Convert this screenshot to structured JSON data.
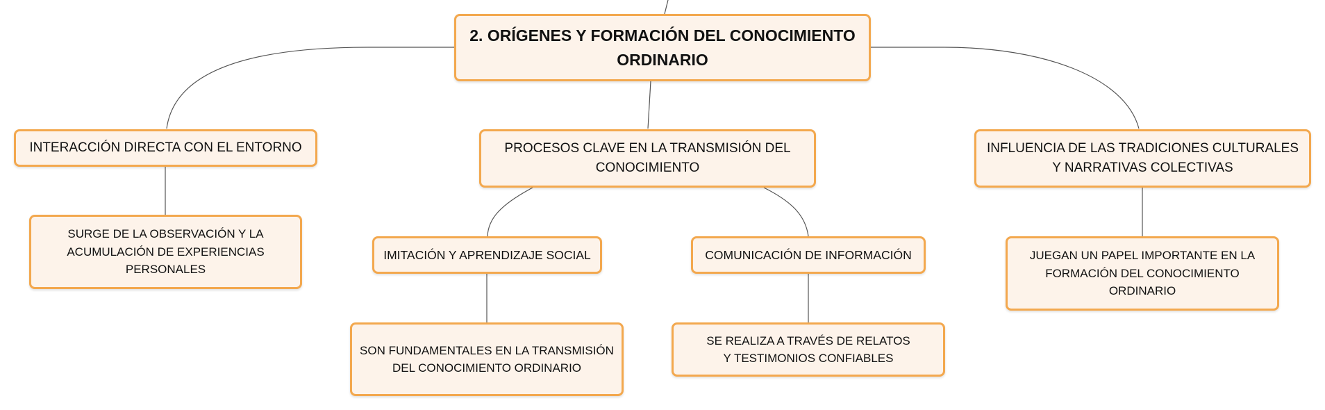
{
  "colors": {
    "node_fill": "#fdf3ea",
    "node_border": "#f3a84e",
    "connector": "#555555",
    "text": "#111111"
  },
  "root": {
    "label": "2. ORÍGENES Y FORMACIÓN DEL CONOCIMIENTO ORDINARIO"
  },
  "branches": [
    {
      "label": "INTERACCIÓN DIRECTA CON EL ENTORNO",
      "children": [
        {
          "label": "SURGE DE LA OBSERVACIÓN Y LA ACUMULACIÓN DE EXPERIENCIAS PERSONALES"
        }
      ]
    },
    {
      "label": "PROCESOS CLAVE EN LA TRANSMISIÓN DEL CONOCIMIENTO",
      "children": [
        {
          "label": "IMITACIÓN Y APRENDIZAJE SOCIAL",
          "children": [
            {
              "label": "SON FUNDAMENTALES EN LA TRANSMISIÓN DEL CONOCIMIENTO ORDINARIO"
            }
          ]
        },
        {
          "label": "COMUNICACIÓN DE INFORMACIÓN",
          "children": [
            {
              "label": "SE REALIZA A TRAVÉS DE RELATOS Y TESTIMONIOS CONFIABLES"
            }
          ]
        }
      ]
    },
    {
      "label": "INFLUENCIA DE LAS TRADICIONES CULTURALES Y NARRATIVAS COLECTIVAS",
      "children": [
        {
          "label": "JUEGAN UN PAPEL IMPORTANTE EN LA FORMACIÓN DEL CONOCIMIENTO ORDINARIO"
        }
      ]
    }
  ]
}
